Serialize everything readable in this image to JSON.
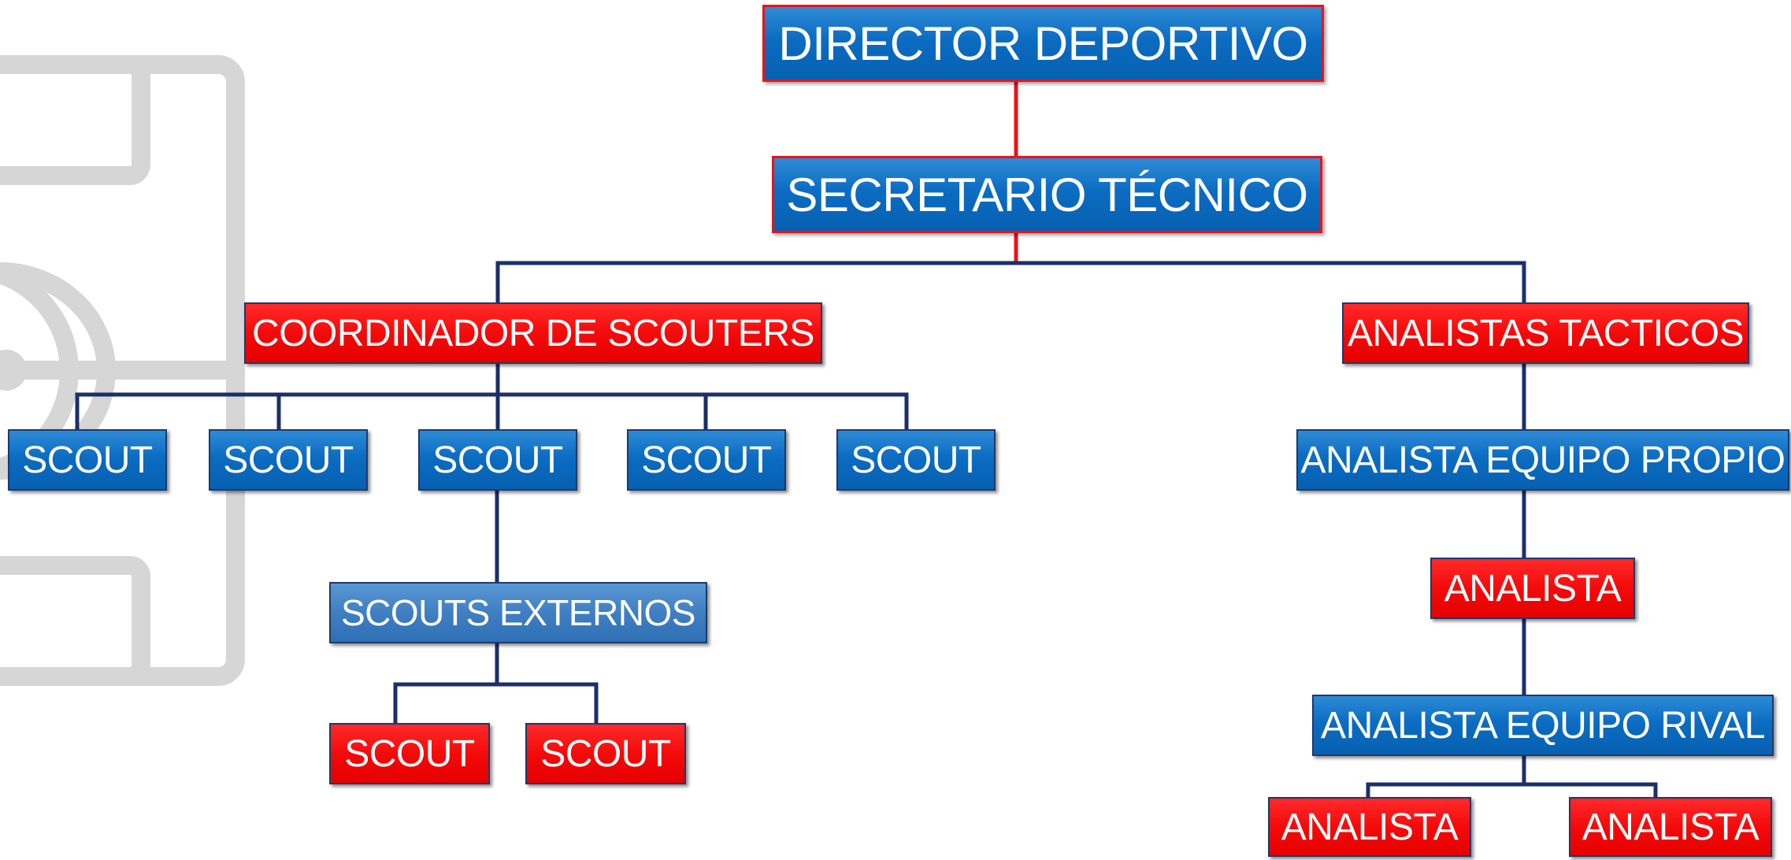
{
  "colors": {
    "blue_box": "#0b6cc2",
    "red_box": "#f40a0a",
    "connector_navy": "#1b2f6b",
    "connector_red": "#e8141c",
    "field_gray": "#d6d6d6"
  },
  "background_icon": "soccer-field-outline",
  "director": {
    "label": "DIRECTOR DEPORTIVO"
  },
  "secretario": {
    "label": "SECRETARIO TÉCNICO"
  },
  "coordinador": {
    "label": "COORDINADOR DE SCOUTERS",
    "scouts": [
      "SCOUT",
      "SCOUT",
      "SCOUT",
      "SCOUT",
      "SCOUT"
    ]
  },
  "scouts_externos": {
    "label": "SCOUTS EXTERNOS",
    "scouts": [
      "SCOUT",
      "SCOUT"
    ]
  },
  "analistas_tacticos": {
    "label": "ANALISTAS TACTICOS"
  },
  "analista_equipo_propio": {
    "label": "ANALISTA EQUIPO PROPIO"
  },
  "analista_propio_child": {
    "label": "ANALISTA"
  },
  "analista_equipo_rival": {
    "label": "ANALISTA EQUIPO RIVAL",
    "children": [
      "ANALISTA",
      "ANALISTA"
    ]
  }
}
